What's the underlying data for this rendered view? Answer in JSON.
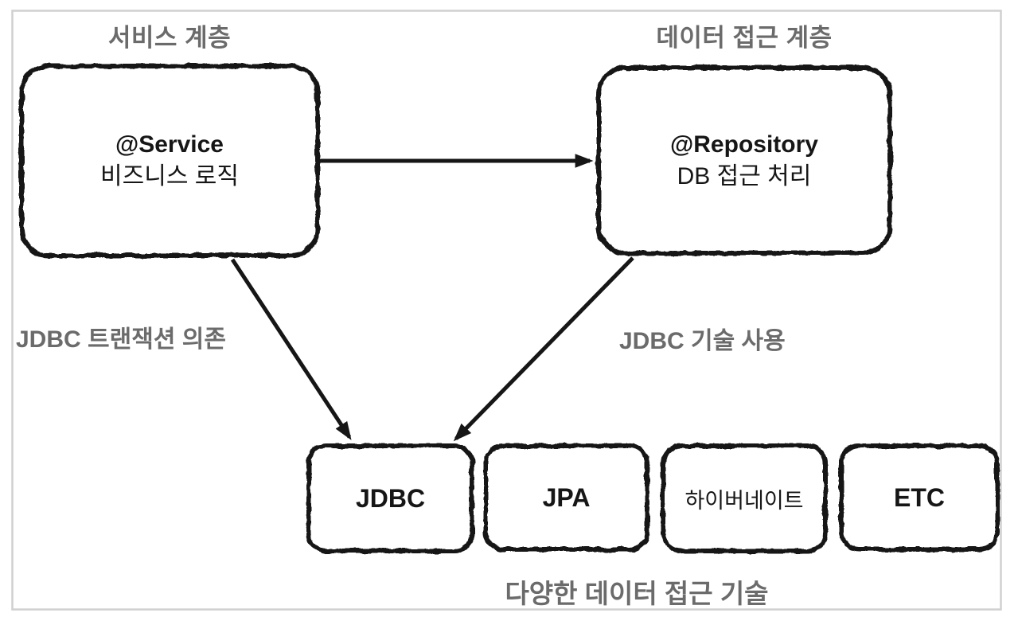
{
  "diagram": {
    "service_layer": {
      "title": "서비스 계층",
      "box": {
        "line1": "@Service",
        "line2": "비즈니스 로직"
      }
    },
    "data_access_layer": {
      "title": "데이터 접근 계층",
      "box": {
        "line1": "@Repository",
        "line2": "DB 접근 처리"
      }
    },
    "edge_labels": {
      "service_to_jdbc": "JDBC 트랜잭션 의존",
      "repository_to_jdbc": "JDBC 기술 사용"
    },
    "bottom_row": {
      "boxes": [
        {
          "label": "JDBC"
        },
        {
          "label": "JPA"
        },
        {
          "label": "하이버네이트"
        },
        {
          "label": "ETC"
        }
      ],
      "caption": "다양한 데이터 접근 기술"
    },
    "colors": {
      "ink": "#161616",
      "label_gray": "#6b6b6b",
      "frame": "#d0d0d0",
      "background": "#ffffff"
    }
  }
}
